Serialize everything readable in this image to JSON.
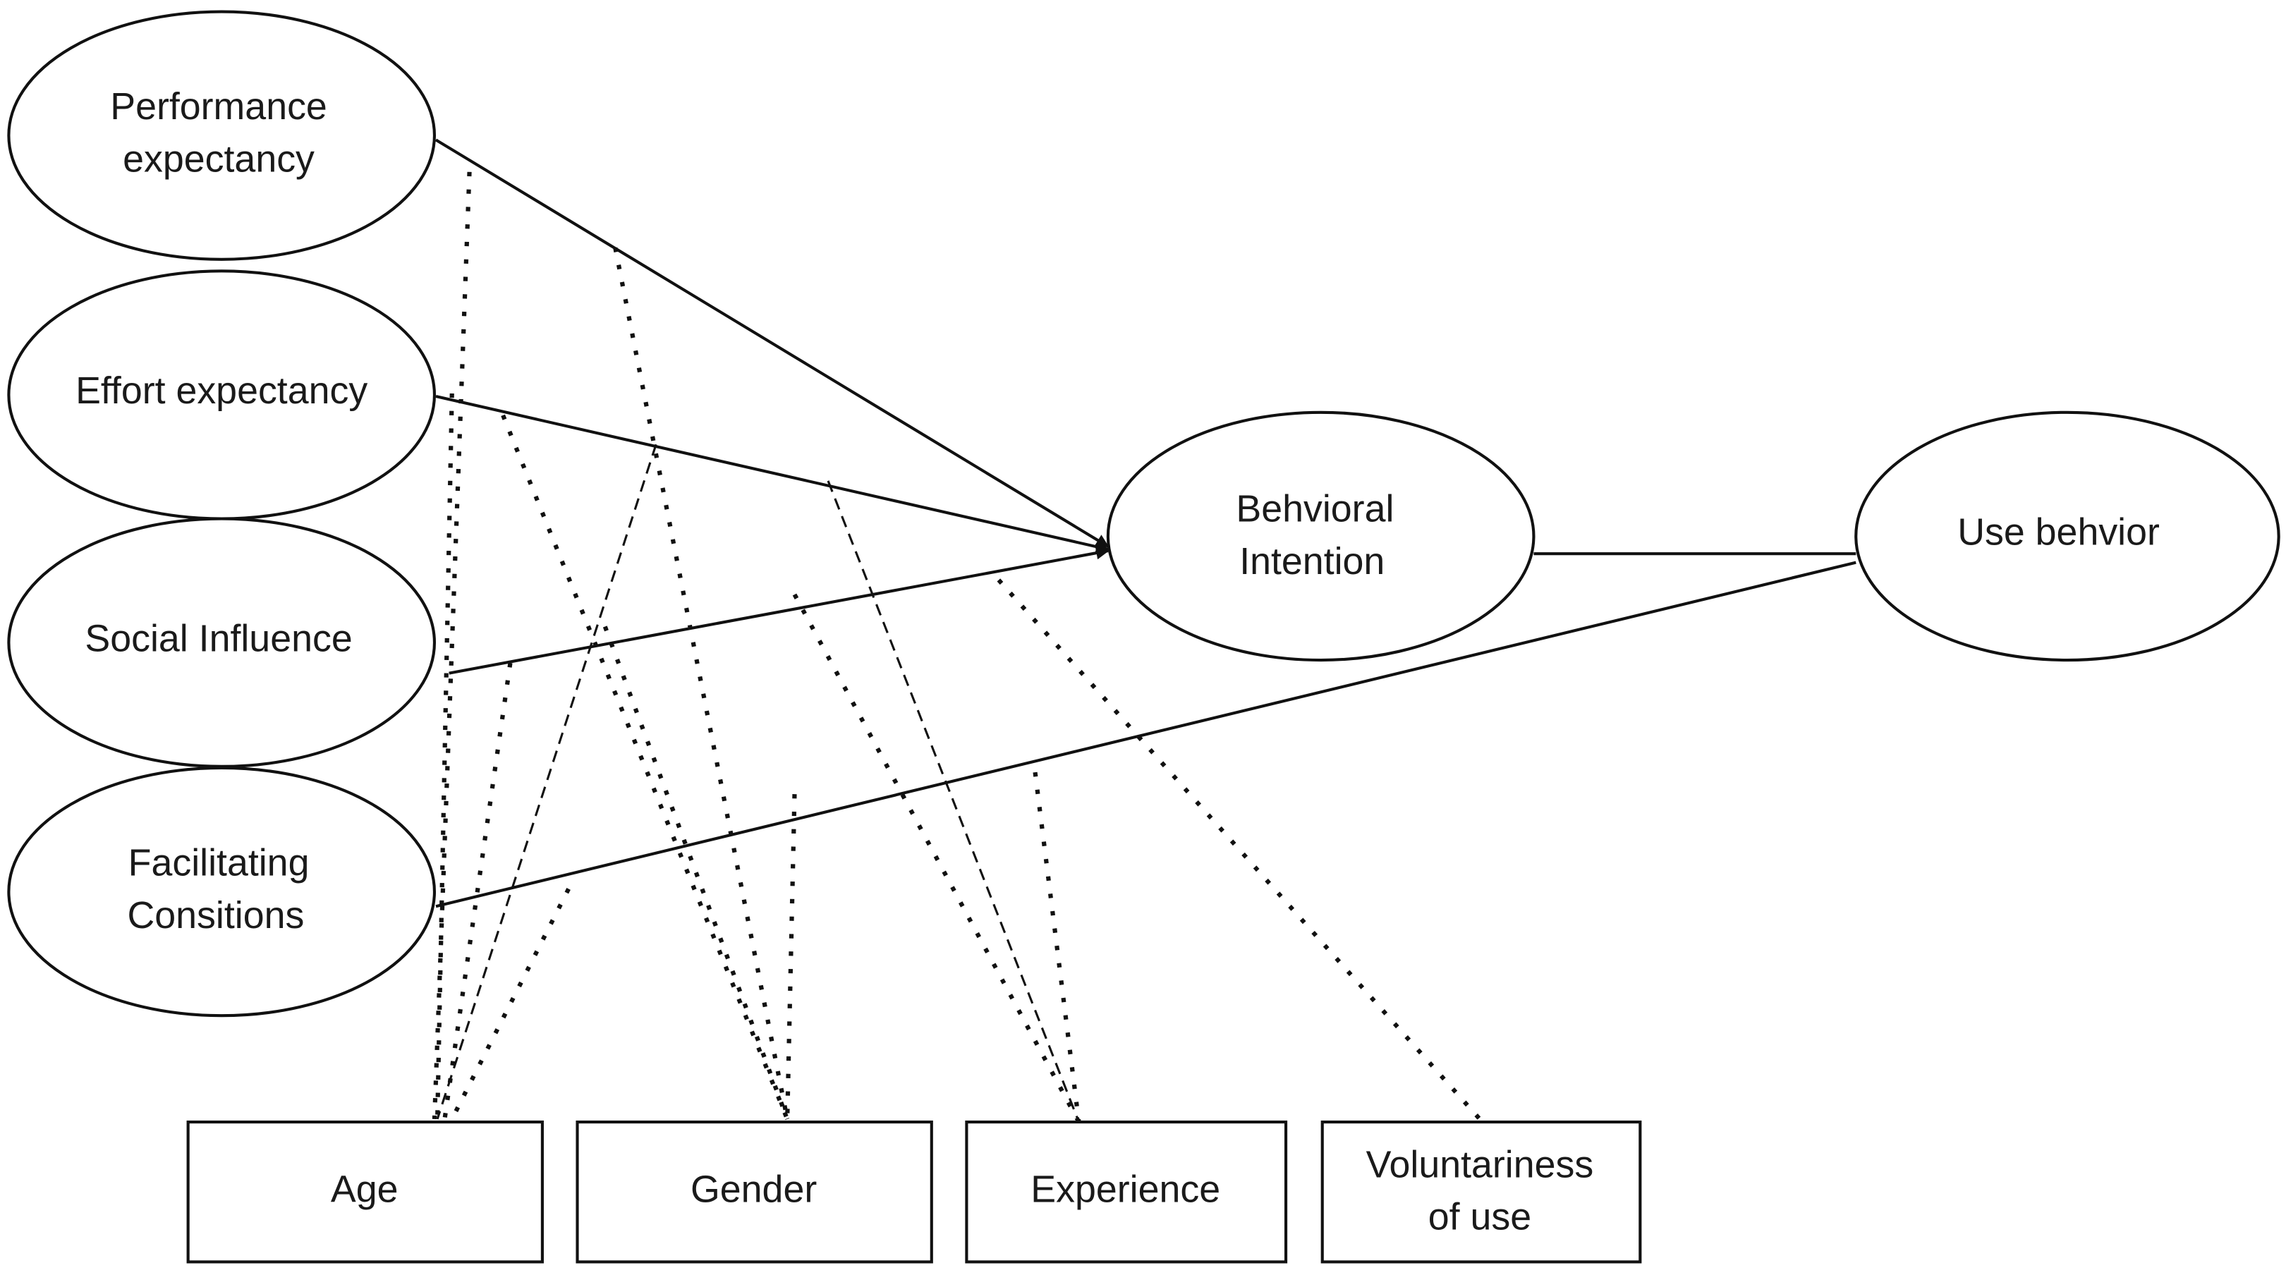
{
  "diagram": {
    "type": "research-model",
    "constructs": [
      {
        "id": "pe",
        "lines": [
          "Performance",
          "expectancy"
        ]
      },
      {
        "id": "ee",
        "lines": [
          "Effort expectancy"
        ]
      },
      {
        "id": "si",
        "lines": [
          "Social Influence"
        ]
      },
      {
        "id": "fc",
        "lines": [
          "Facilitating",
          "Consitions"
        ]
      },
      {
        "id": "bi",
        "lines": [
          "Behvioral",
          "Intention"
        ]
      },
      {
        "id": "ub",
        "lines": [
          "Use behvior"
        ]
      }
    ],
    "moderators": [
      {
        "id": "age",
        "lines": [
          "Age"
        ]
      },
      {
        "id": "gender",
        "lines": [
          "Gender"
        ]
      },
      {
        "id": "experience",
        "lines": [
          "Experience"
        ]
      },
      {
        "id": "voluntariness",
        "lines": [
          "Voluntariness",
          "of use"
        ]
      }
    ],
    "relationships": [
      {
        "from": "pe",
        "to": "bi",
        "style": "solid-arrow"
      },
      {
        "from": "ee",
        "to": "bi",
        "style": "solid-arrow"
      },
      {
        "from": "si",
        "to": "bi",
        "style": "solid-arrow"
      },
      {
        "from": "bi",
        "to": "ub",
        "style": "solid"
      },
      {
        "from": "fc",
        "to": "ub",
        "style": "solid"
      }
    ],
    "moderations": [
      {
        "moderator": "age",
        "path": "pe-bi"
      },
      {
        "moderator": "age",
        "path": "ee-bi"
      },
      {
        "moderator": "age",
        "path": "si-bi"
      },
      {
        "moderator": "age",
        "path": "fc-ub"
      },
      {
        "moderator": "gender",
        "path": "pe-bi"
      },
      {
        "moderator": "gender",
        "path": "ee-bi"
      },
      {
        "moderator": "gender",
        "path": "si-bi"
      },
      {
        "moderator": "experience",
        "path": "ee-bi"
      },
      {
        "moderator": "experience",
        "path": "si-bi"
      },
      {
        "moderator": "experience",
        "path": "fc-ub"
      },
      {
        "moderator": "voluntariness",
        "path": "si-bi"
      }
    ]
  }
}
